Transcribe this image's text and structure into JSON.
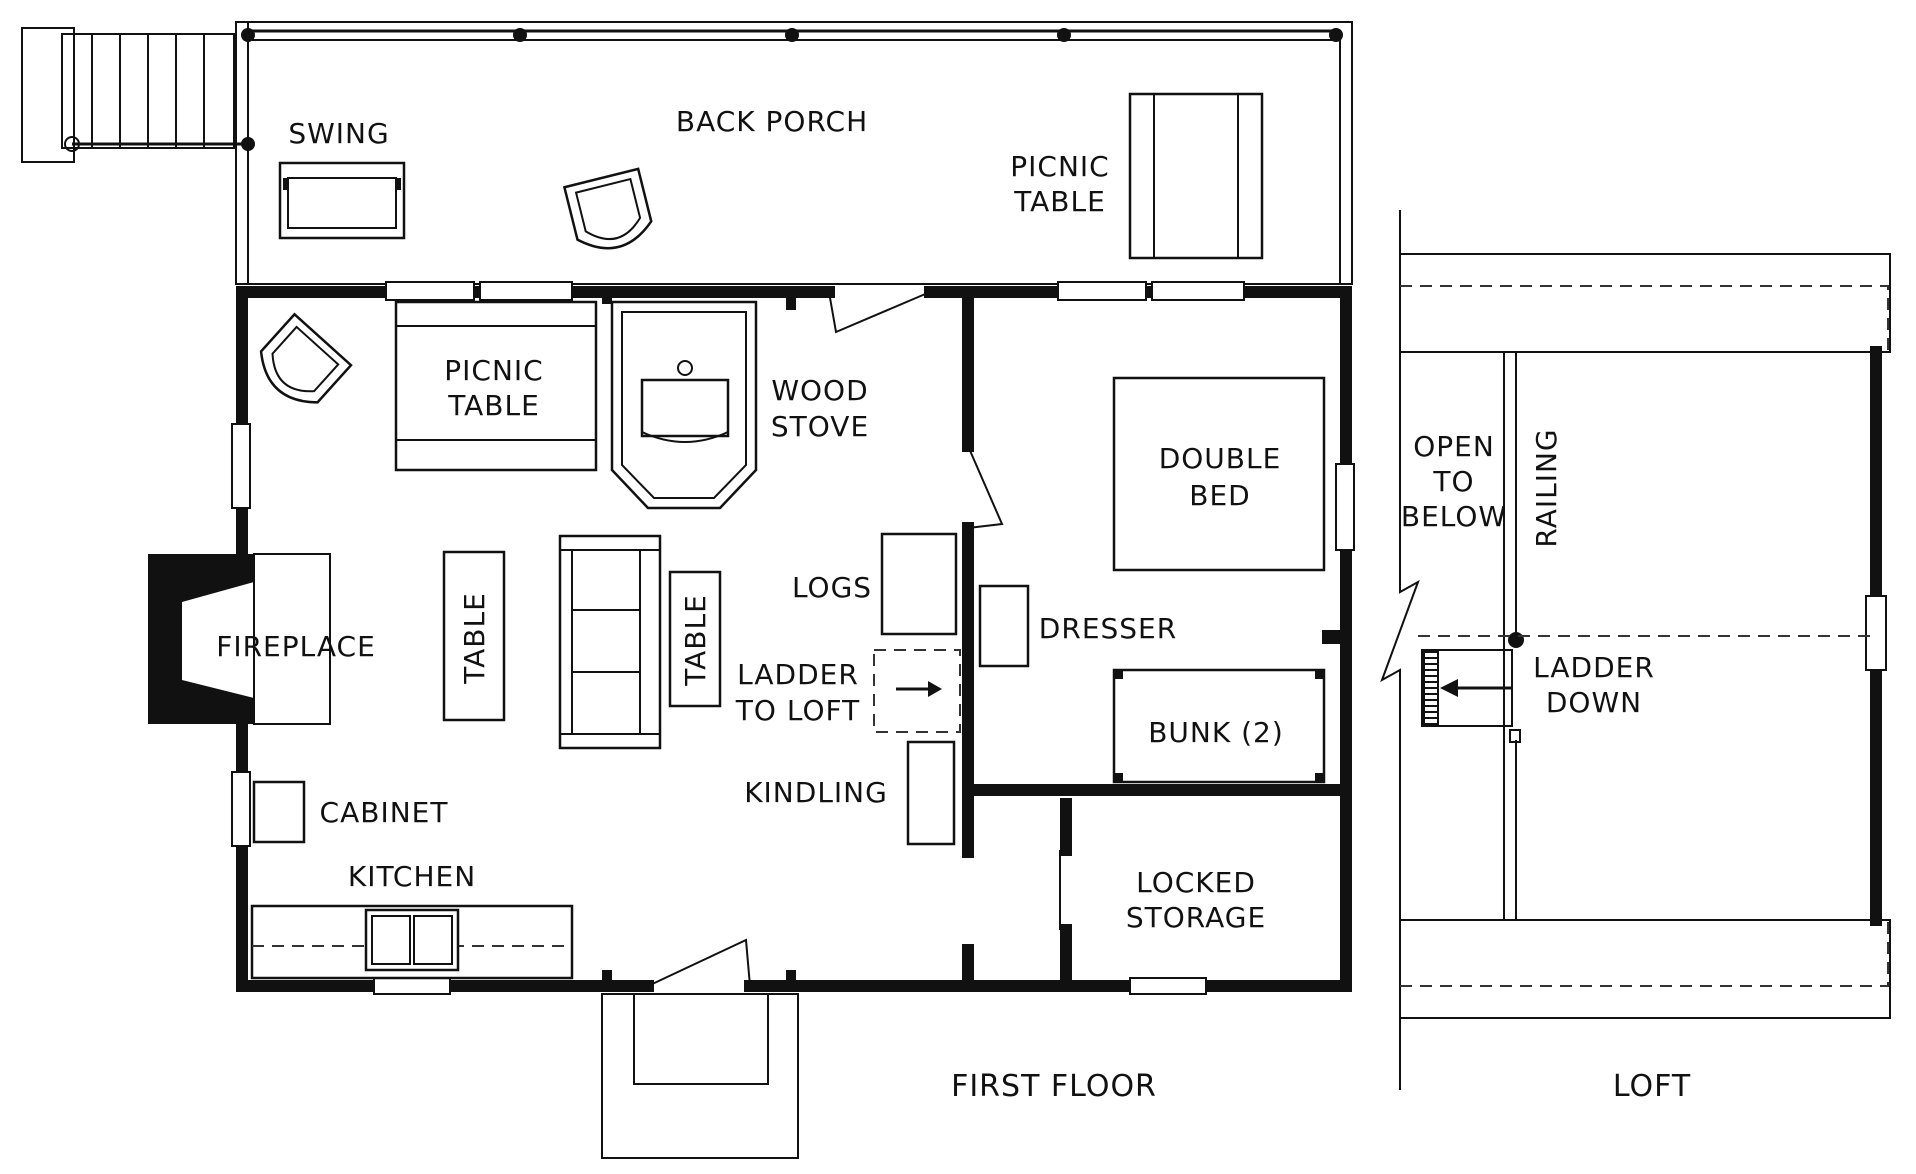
{
  "rooms": {
    "back_porch": "BACK PORCH",
    "swing": "SWING",
    "picnic_table_porch": [
      "PICNIC",
      "TABLE"
    ],
    "picnic_table_inside": [
      "PICNIC",
      "TABLE"
    ],
    "wood_stove": [
      "WOOD",
      "STOVE"
    ],
    "double_bed": [
      "DOUBLE",
      "BED"
    ],
    "fireplace": "FIREPLACE",
    "table_left": "TABLE",
    "table_right": "TABLE",
    "logs": "LOGS",
    "dresser": "DRESSER",
    "ladder_to_loft": [
      "LADDER",
      "TO LOFT"
    ],
    "bunk": "BUNK (2)",
    "kindling": "KINDLING",
    "cabinet": "CABINET",
    "kitchen": "KITCHEN",
    "locked_storage": [
      "LOCKED",
      "STORAGE"
    ]
  },
  "loft": {
    "open_to_below": [
      "OPEN",
      "TO",
      "BELOW"
    ],
    "railing": "RAILING",
    "ladder_down": [
      "LADDER",
      "DOWN"
    ]
  },
  "captions": {
    "first_floor": "FIRST FLOOR",
    "loft": "LOFT"
  }
}
